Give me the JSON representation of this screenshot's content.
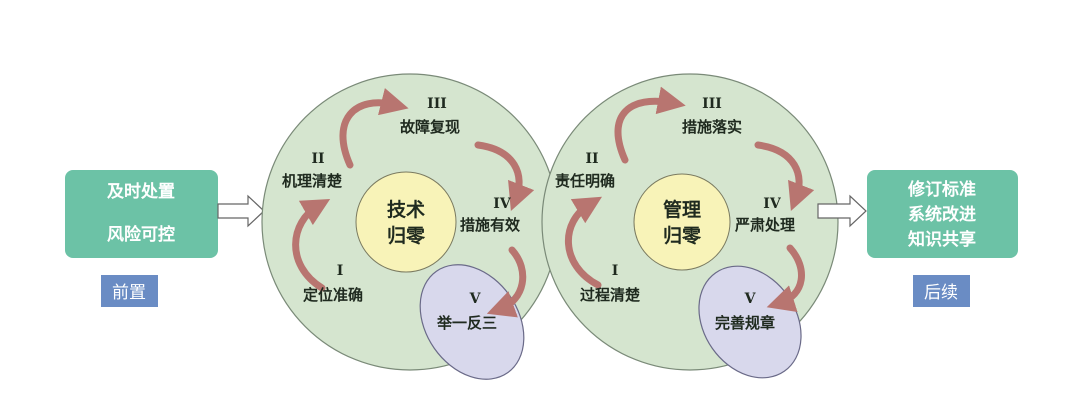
{
  "pre": {
    "lines": [
      "及时处置",
      "风险可控"
    ],
    "tag": "前置"
  },
  "post": {
    "lines": [
      "修订标准",
      "系统改进",
      "知识共享"
    ],
    "tag": "后续"
  },
  "technical": {
    "core": [
      "技术",
      "归零"
    ],
    "steps": [
      {
        "num": "I",
        "label": "定位准确"
      },
      {
        "num": "II",
        "label": "机理清楚"
      },
      {
        "num": "III",
        "label": "故障复现"
      },
      {
        "num": "IV",
        "label": "措施有效"
      },
      {
        "num": "V",
        "label": "举一反三"
      }
    ]
  },
  "management": {
    "core": [
      "管理",
      "归零"
    ],
    "steps": [
      {
        "num": "I",
        "label": "过程清楚"
      },
      {
        "num": "II",
        "label": "责任明确"
      },
      {
        "num": "III",
        "label": "措施落实"
      },
      {
        "num": "IV",
        "label": "严肃处理"
      },
      {
        "num": "V",
        "label": "完善规章"
      }
    ]
  },
  "colors": {
    "box": "#6cc2a6",
    "tag": "#6a8cc4",
    "outer": "#d5e5cf",
    "inner": "#f8f3b8",
    "ellipse": "#d8d8ec",
    "arrow": "#b87570"
  }
}
